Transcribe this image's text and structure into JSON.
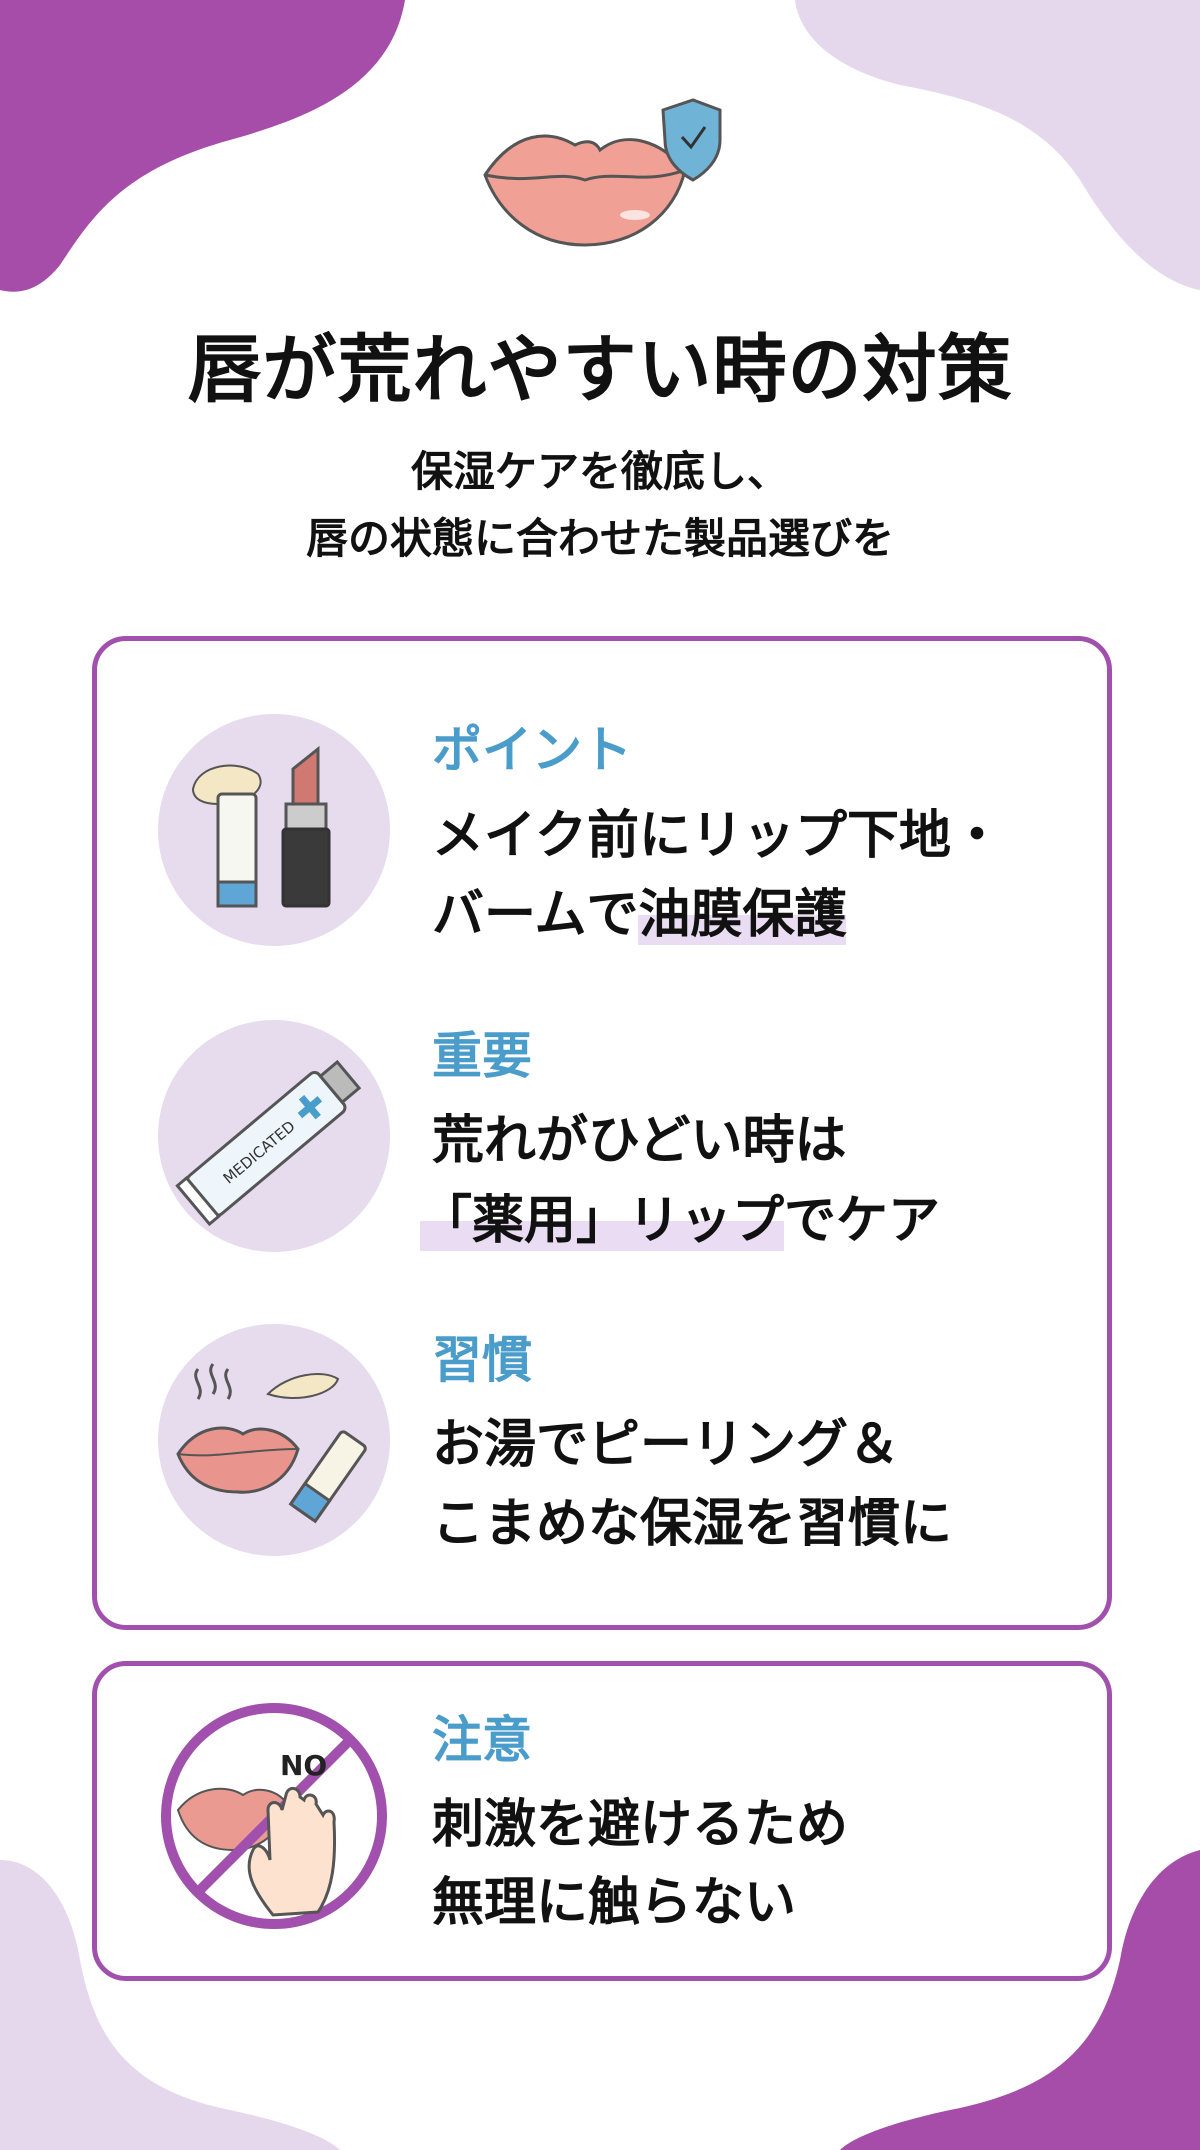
{
  "header": {
    "title": "唇が荒れやすい時の対策",
    "subtitle_lines": [
      "保湿ケアを徹底し、",
      "唇の状態に合わせた製品選びを"
    ],
    "icon": "lips-with-shield-check-icon"
  },
  "tips": [
    {
      "label": "ポイント",
      "line1": "メイク前にリップ下地・",
      "line2_plain": "バームで",
      "line2_highlight": "油膜保護",
      "icon": "lip-balm-and-lipstick-icon"
    },
    {
      "label": "重要",
      "line1": "荒れがひどい時は",
      "line2_highlight": "「薬用」リップ",
      "line2_plain": "でケア",
      "icon": "medicated-tube-icon",
      "icon_text": "MEDICATED"
    },
    {
      "label": "習慣",
      "line1": "お湯でピーリング＆",
      "line2_plain": "こまめな保湿を習慣に",
      "icon": "steam-lips-and-balm-icon"
    }
  ],
  "caution": {
    "label": "注意",
    "line1": "刺激を避けるため",
    "line2": "無理に触らない",
    "icon": "no-touching-lips-icon",
    "icon_text": "NO"
  },
  "colors": {
    "purple": "#a150ad",
    "lavender": "#e7dbee",
    "label_blue": "#4a9cca"
  }
}
